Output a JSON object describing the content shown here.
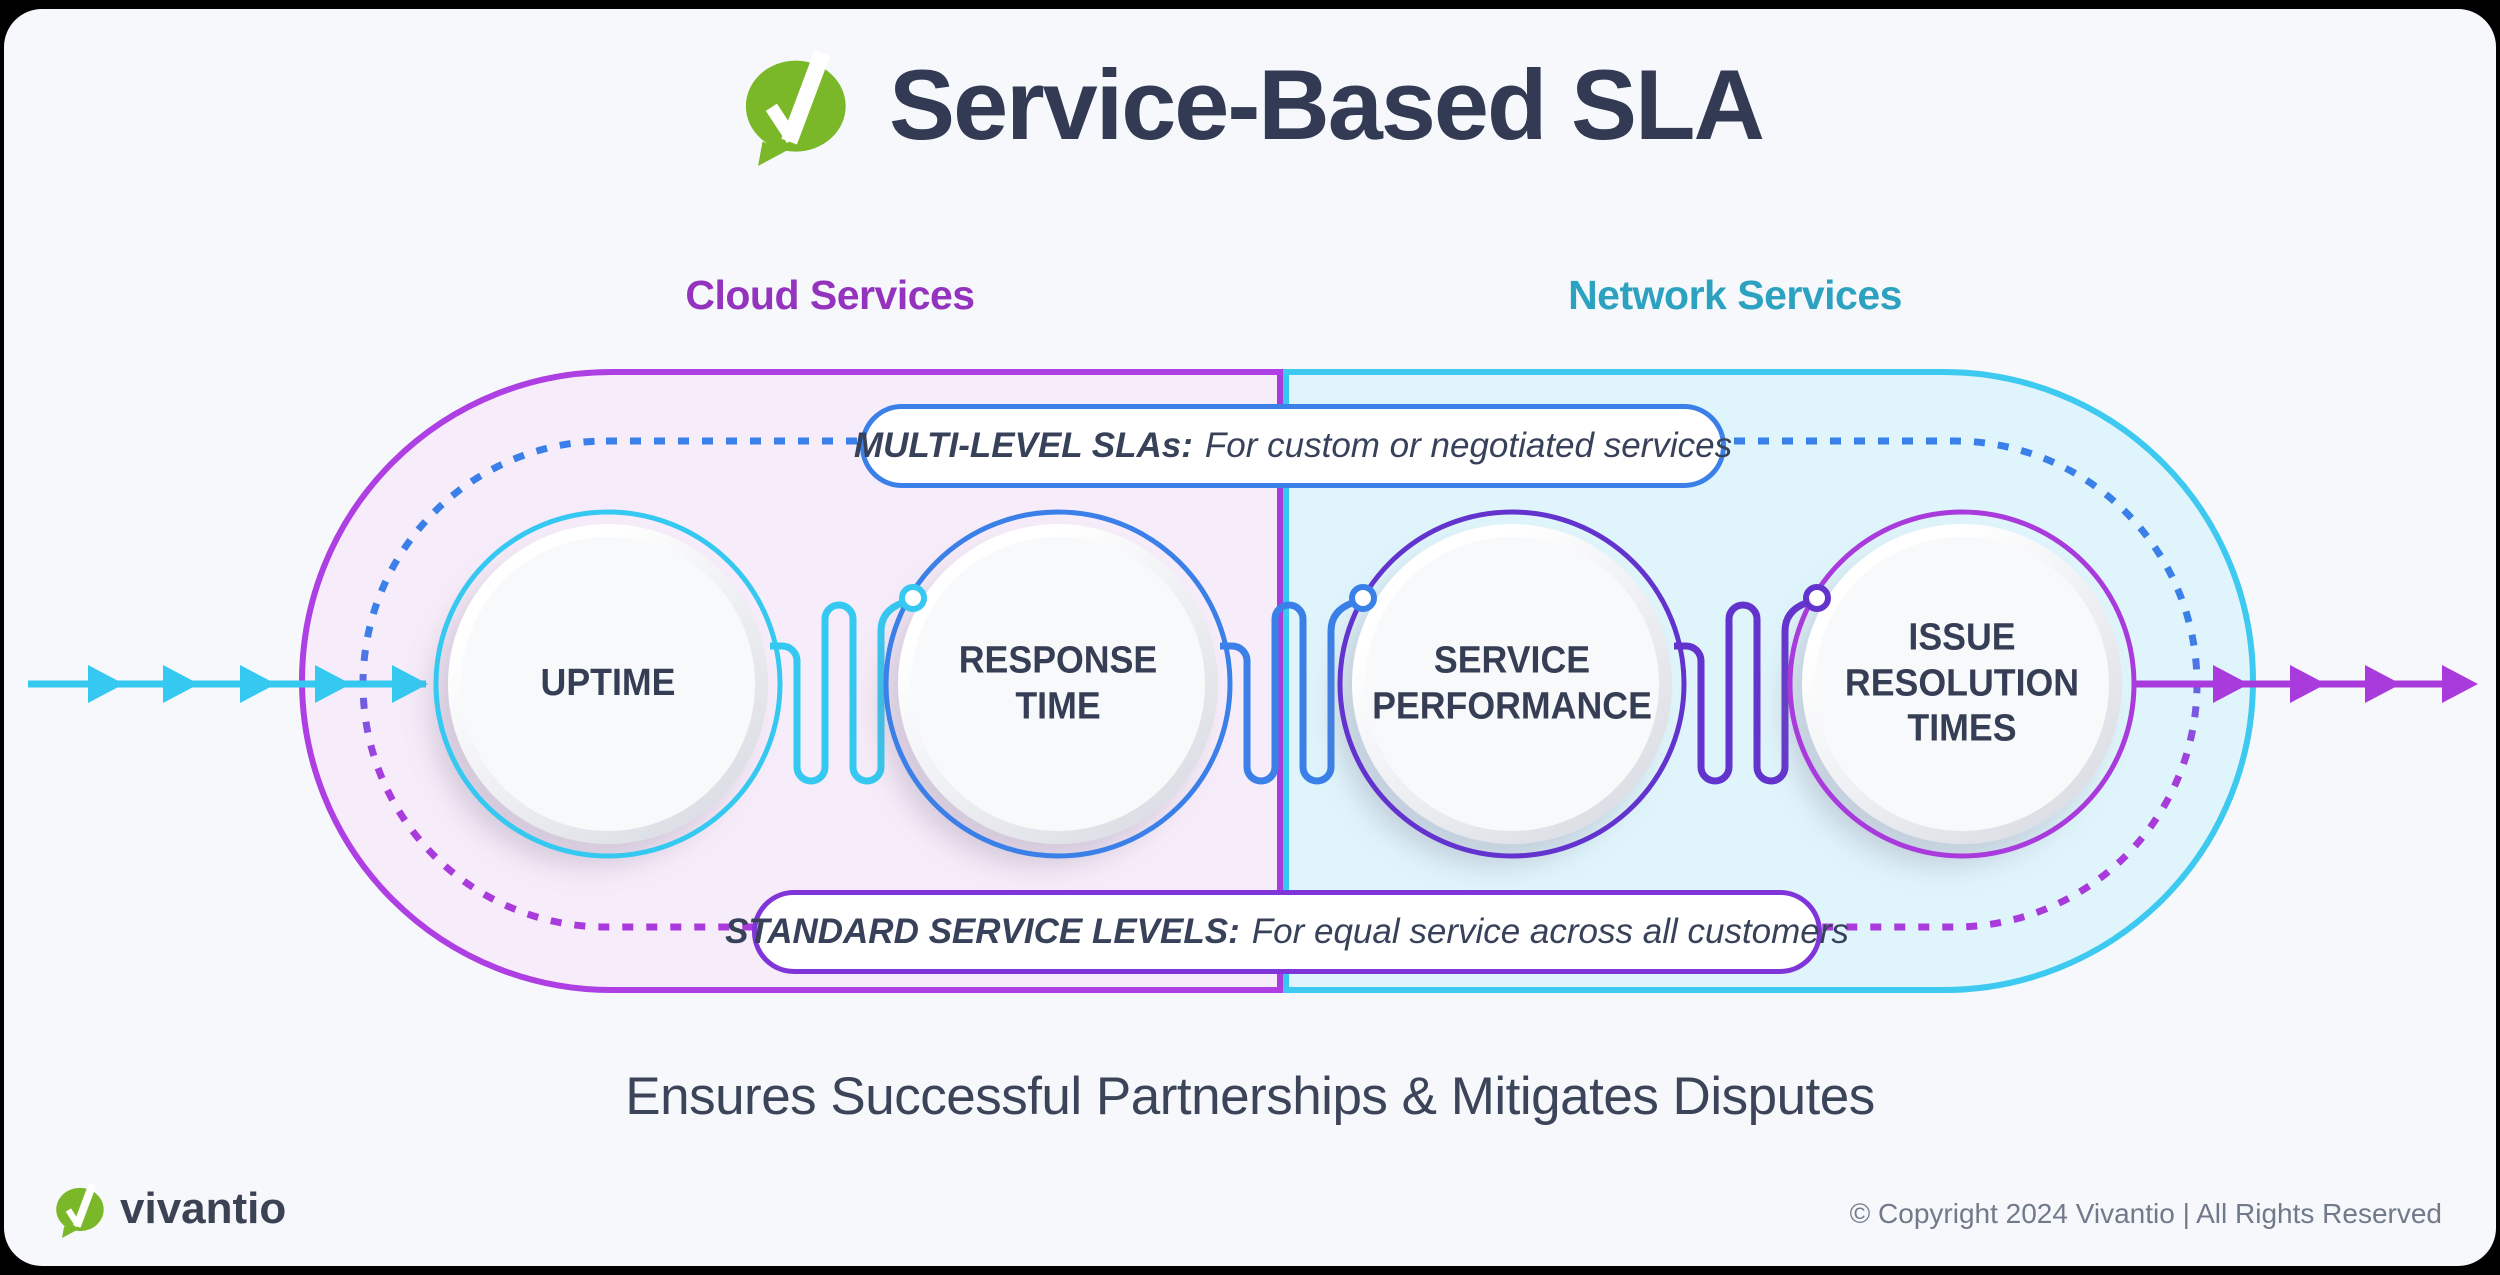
{
  "header": {
    "title": "Service-Based SLA"
  },
  "sections": {
    "left_label": "Cloud Services",
    "right_label": "Network Services"
  },
  "banners": {
    "top": {
      "bold": "MULTI-LEVEL SLAs:",
      "text": "For custom or negotiated services"
    },
    "bottom": {
      "bold": "STANDARD SERVICE LEVELS:",
      "text": "For equal service across all customers"
    }
  },
  "nodes": [
    {
      "label": "UPTIME"
    },
    {
      "label": "RESPONSE\nTIME"
    },
    {
      "label": "SERVICE\nPERFORMANCE"
    },
    {
      "label": "ISSUE\nRESOLUTION\nTIMES"
    }
  ],
  "tagline": "Ensures Successful Partnerships & Mitigates Disputes",
  "footer": {
    "brand": "vivantio",
    "copyright": "© Copyright 2024 Vivantio | All Rights Reserved"
  },
  "colors": {
    "cyan": "#35C8F0",
    "blue": "#3A80E8",
    "indigo": "#6333CE",
    "purple": "#A93BDC",
    "pill_top_border": "#3A80E8",
    "pill_bottom_border": "#7F35D8",
    "left_half_fill": "#F7ECF9",
    "right_half_fill": "#DFF5FB",
    "navy_text": "#363E55",
    "cloud_label": "#9333BE",
    "network_label": "#2CA2C0",
    "brand_green": "#7AB829",
    "page_bg": "#F6F8FB",
    "copyright_gray": "#707A8A"
  }
}
